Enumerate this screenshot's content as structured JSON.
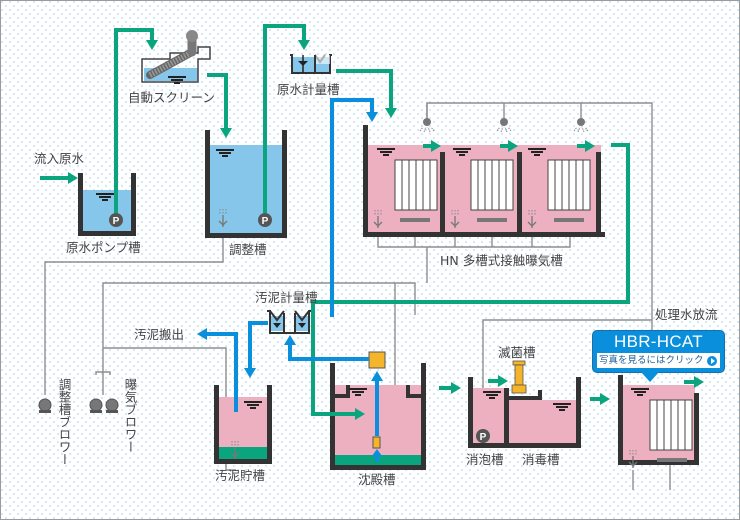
{
  "colors": {
    "flow_water": "#0aa57f",
    "flow_sludge": "#0a8fdc",
    "air_line": "#8e8e8e",
    "raw_water": "#85c6ea",
    "treated_water": "#ecb0c0",
    "sludge_layer": "#0aa57f",
    "tank_wall": "#333333",
    "equipment": "#f5b52a"
  },
  "labels": {
    "inflow": "流入原水",
    "pump_tank": "原水ポンプ槽",
    "auto_screen": "自動スクリーン",
    "equalization_tank": "調整槽",
    "flow_meter_tank": "原水計量槽",
    "aeration_tank": "HN 多槽式接触曝気槽",
    "sludge_meter_tank": "汚泥計量槽",
    "sludge_out": "汚泥搬出",
    "sludge_storage": "汚泥貯槽",
    "sedimentation_tank": "沈殿槽",
    "sterilizer": "滅菌槽",
    "defoam_tank": "消泡槽",
    "disinfection_tank": "消毒槽",
    "discharge": "処理水放流",
    "eq_blower": "調整槽ブロワー",
    "aeration_blower": "曝気ブロワー",
    "pump_symbol": "P"
  },
  "callout": {
    "title": "HBR-HCAT",
    "subtitle": "写真を見るにはクリック",
    "icon": "arrow-right-circle-icon"
  }
}
